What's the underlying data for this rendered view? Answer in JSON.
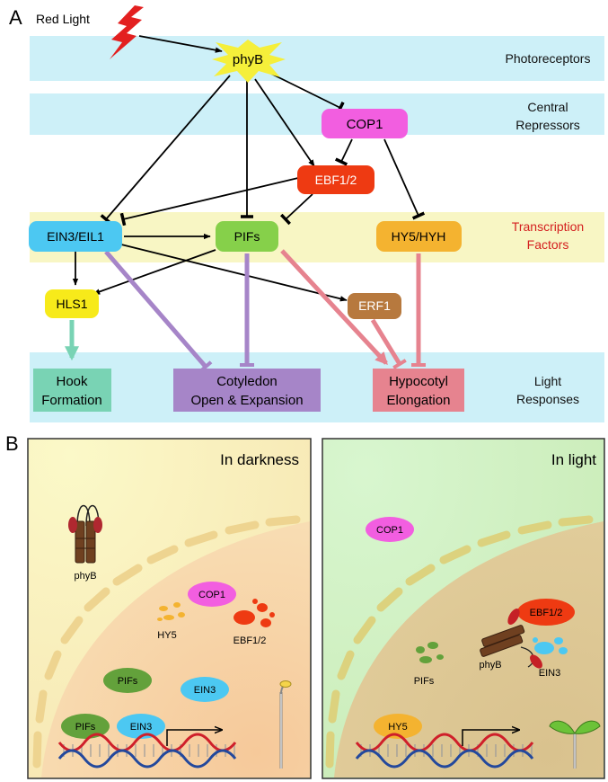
{
  "panel_a": {
    "panel_label": "A",
    "red_light_label": "Red Light",
    "tiers": {
      "photoreceptors": "Photoreceptors",
      "central_line1": "Central",
      "central_line2": "Repressors",
      "tf_line1": "Transcription",
      "tf_line2": "Factors",
      "responses_line1": "Light",
      "responses_line2": "Responses"
    },
    "nodes": {
      "phyb": "phyB",
      "cop1": "COP1",
      "ebf": "EBF1/2",
      "ein3": "EIN3/EIL1",
      "pifs": "PIFs",
      "hy5": "HY5/HYH",
      "hls1": "HLS1",
      "erf1": "ERF1"
    },
    "responses": {
      "hook_line1": "Hook",
      "hook_line2": "Formation",
      "coty_line1": "Cotyledon",
      "coty_line2": "Open & Expansion",
      "hypo_line1": "Hypocotyl",
      "hypo_line2": "Elongation"
    },
    "colors": {
      "tier_blue": "#cdf0f8",
      "tier_yellow": "#f8f6c4",
      "tf_red": "#d42020",
      "phyb": "#f5ef3a",
      "cop1": "#f25ee0",
      "ebf": "#ee3a12",
      "ein3": "#4cc8f2",
      "pifs": "#86d04a",
      "hy5": "#f4b330",
      "hls1": "#f7ea1a",
      "erf1": "#b7793e",
      "hook": "#79d3b4",
      "coty": "#a685c8",
      "hypo": "#e6838f"
    }
  },
  "panel_b": {
    "panel_label": "B",
    "dark": {
      "title": "In darkness",
      "phyb": "phyB",
      "cop1": "COP1",
      "hy5": "HY5",
      "ebf": "EBF1/2",
      "pifs": "PIFs",
      "ein3": "EIN3",
      "pifs_dna": "PIFs",
      "ein3_dna": "EIN3"
    },
    "light": {
      "title": "In light",
      "cop1": "COP1",
      "ebf": "EBF1/2",
      "phyb": "phyB",
      "pifs": "PIFs",
      "ein3": "EIN3",
      "hy5": "HY5"
    }
  }
}
